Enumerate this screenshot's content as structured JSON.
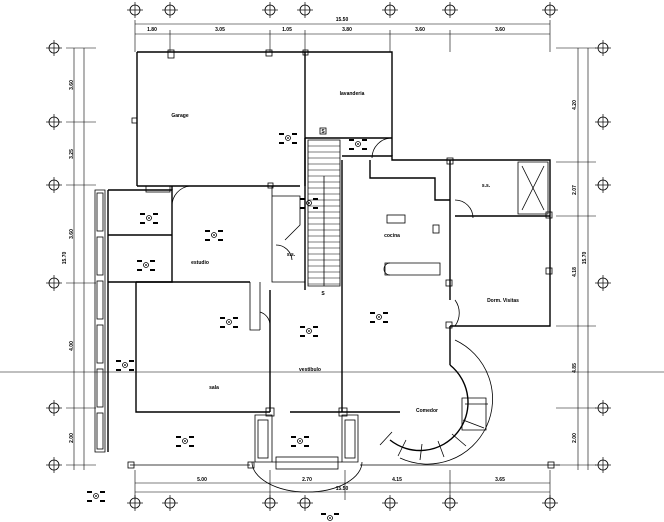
{
  "rooms": {
    "garage": "Garage",
    "lavanderia": "lavanderia",
    "estudio": "estudio",
    "cocina": "cocina",
    "sala": "sala",
    "vestibulo": "vestibulo",
    "dorm_visitas": "Dorm. Visitas",
    "comedor": "Comedor",
    "ss_left": "s.s.",
    "ss_right": "s.s."
  },
  "stairs": {
    "mark_up": "S",
    "mark_down": "S"
  },
  "dims_top": {
    "total": "15.50",
    "segments": [
      "1.80",
      "3.05",
      "1.05",
      "3.80",
      "3.60",
      "3.60"
    ]
  },
  "dims_bottom": {
    "total": "15.50",
    "segments": [
      "5.00",
      "2.70",
      "4.15",
      "3.65"
    ]
  },
  "dims_left": {
    "total": "15.70",
    "segments": [
      "3.60",
      "3.25",
      "3.60",
      "4.00",
      "2.00"
    ]
  },
  "dims_right": {
    "total": "15.70",
    "segments": [
      "4.20",
      "2.07",
      "4.18",
      "4.85",
      "2.00"
    ]
  }
}
